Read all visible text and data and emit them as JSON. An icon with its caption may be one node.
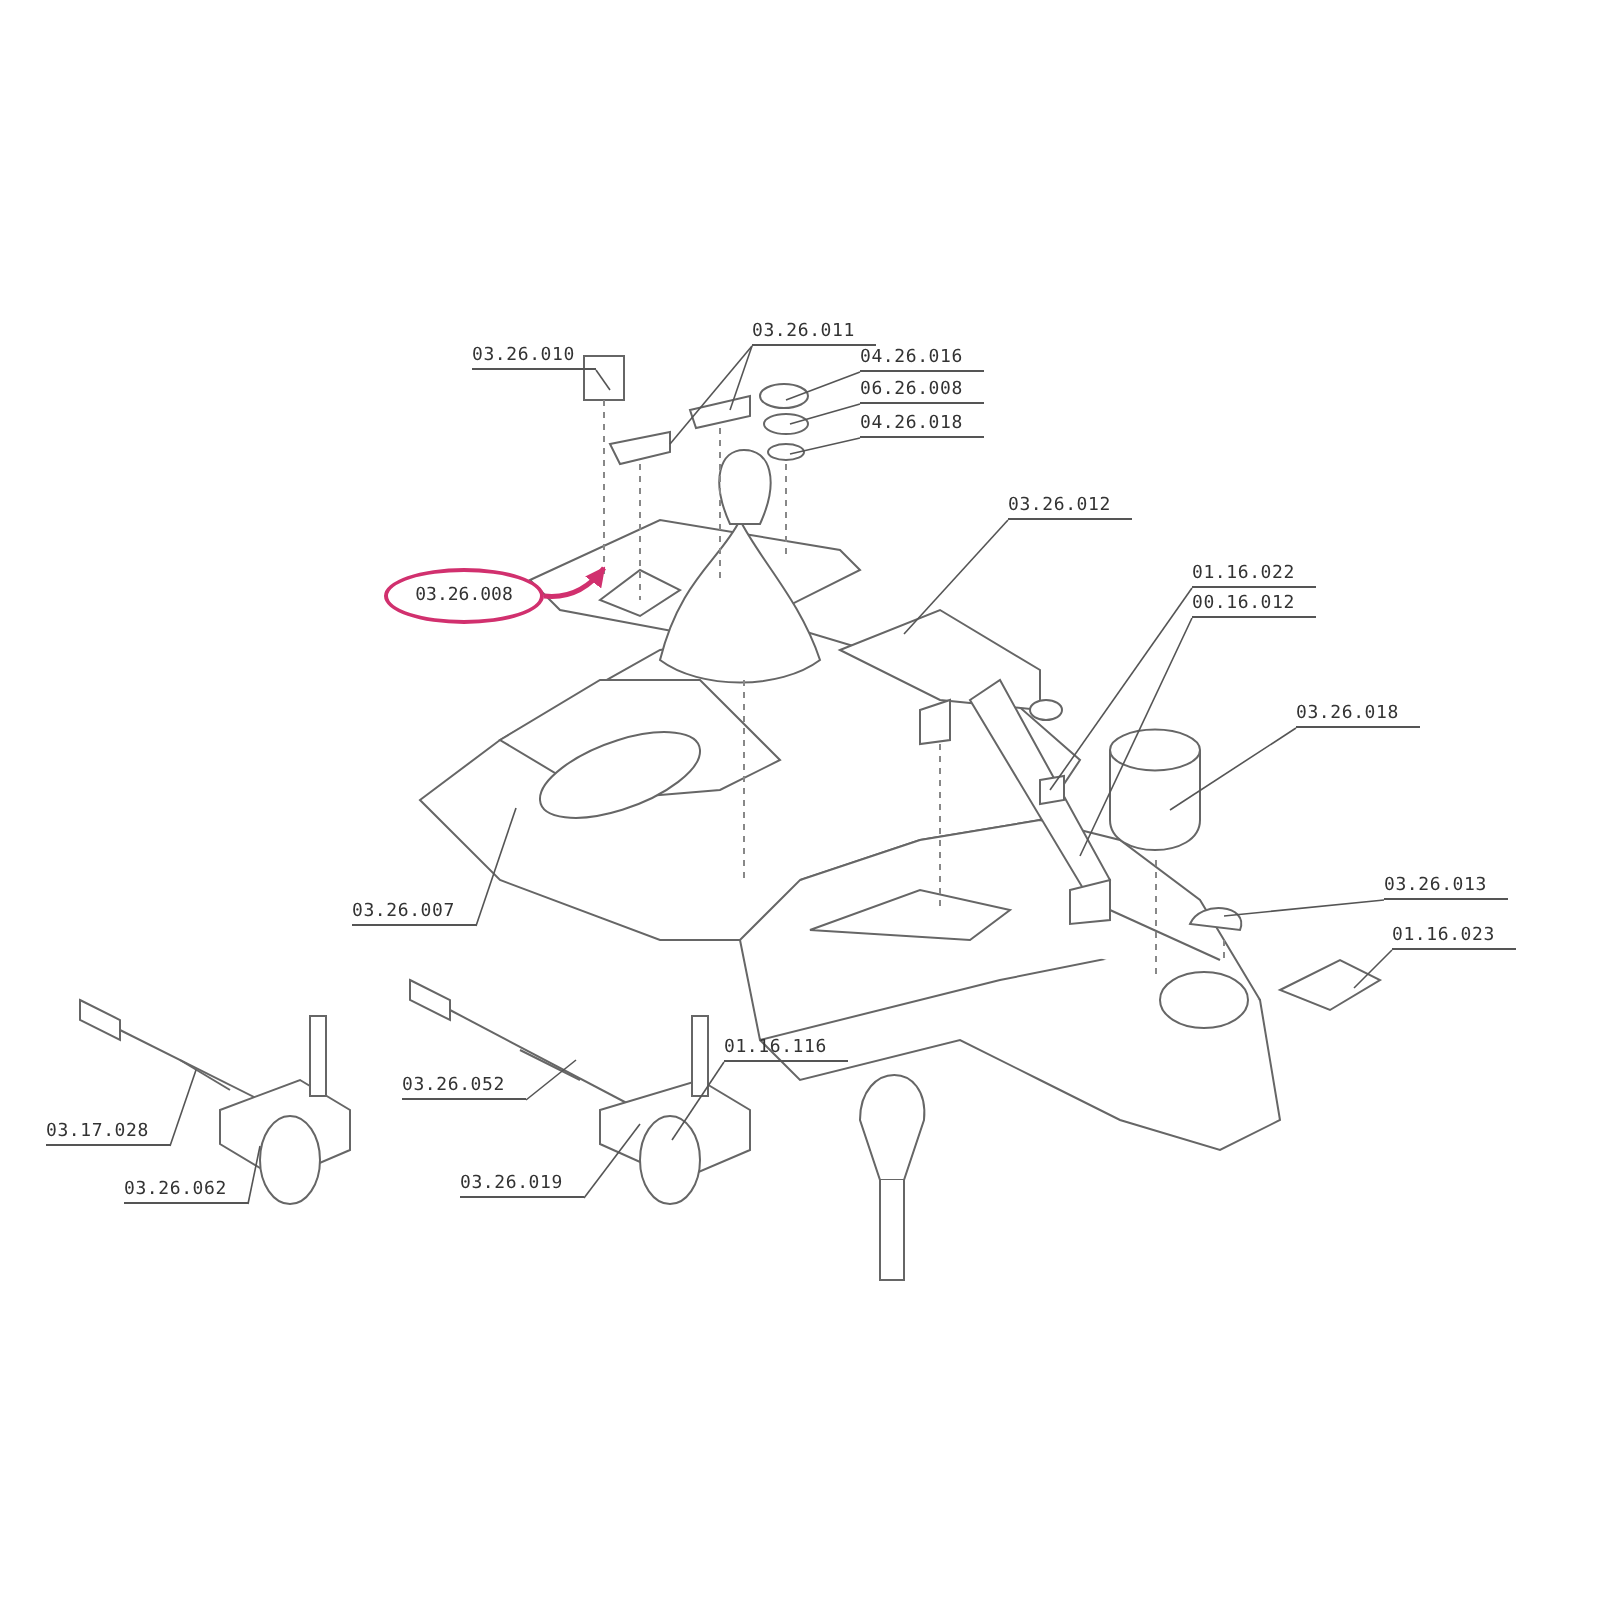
{
  "diagram": {
    "nodes": [
      {
        "text": [
          "03.26.010"
        ]
      },
      {
        "text": [
          "03.26.011"
        ]
      },
      {
        "text": [
          "04.26.016"
        ]
      },
      {
        "text": [
          "06.26.008"
        ]
      },
      {
        "text": [
          "04.26.018"
        ]
      },
      {
        "text": [
          "03.26.012"
        ]
      },
      {
        "text": [
          "03.26.008"
        ]
      },
      {
        "text": [
          "01.16.022"
        ]
      },
      {
        "text": [
          "00.16.012"
        ]
      },
      {
        "text": [
          "03.26.018"
        ]
      },
      {
        "text": [
          "03.26.007"
        ]
      },
      {
        "text": [
          "03.26.013"
        ]
      },
      {
        "text": [
          "01.16.023"
        ]
      },
      {
        "text": [
          "03.26.052"
        ]
      },
      {
        "text": [
          "01.16.116"
        ]
      },
      {
        "text": [
          "03.17.028"
        ]
      },
      {
        "text": [
          "03.26.019"
        ]
      },
      {
        "text": [
          "03.26.062"
        ]
      }
    ],
    "edges": [
      {
        "from": 0,
        "to": null,
        "arrow": "none"
      },
      {
        "from": 1,
        "to": null,
        "arrow": "none"
      },
      {
        "from": 1,
        "to": null,
        "arrow": "none"
      },
      {
        "from": 2,
        "to": null,
        "arrow": "none"
      },
      {
        "from": 3,
        "to": null,
        "arrow": "none"
      },
      {
        "from": 4,
        "to": null,
        "arrow": "none"
      },
      {
        "from": 5,
        "to": null,
        "arrow": "none"
      },
      {
        "from": 6,
        "to": null,
        "arrow": "to",
        "style": "thick",
        "color": "#d1306e"
      },
      {
        "from": 7,
        "to": null,
        "arrow": "none"
      },
      {
        "from": 8,
        "to": null,
        "arrow": "none"
      },
      {
        "from": 9,
        "to": null,
        "arrow": "none"
      },
      {
        "from": 10,
        "to": null,
        "arrow": "none"
      },
      {
        "from": 11,
        "to": null,
        "arrow": "none"
      },
      {
        "from": 12,
        "to": null,
        "arrow": "none"
      },
      {
        "from": 13,
        "to": null,
        "arrow": "none"
      },
      {
        "from": 14,
        "to": null,
        "arrow": "none"
      },
      {
        "from": 15,
        "to": null,
        "arrow": "none"
      },
      {
        "from": 16,
        "to": null,
        "arrow": "none"
      },
      {
        "from": 17,
        "to": null,
        "arrow": "none"
      }
    ]
  }
}
